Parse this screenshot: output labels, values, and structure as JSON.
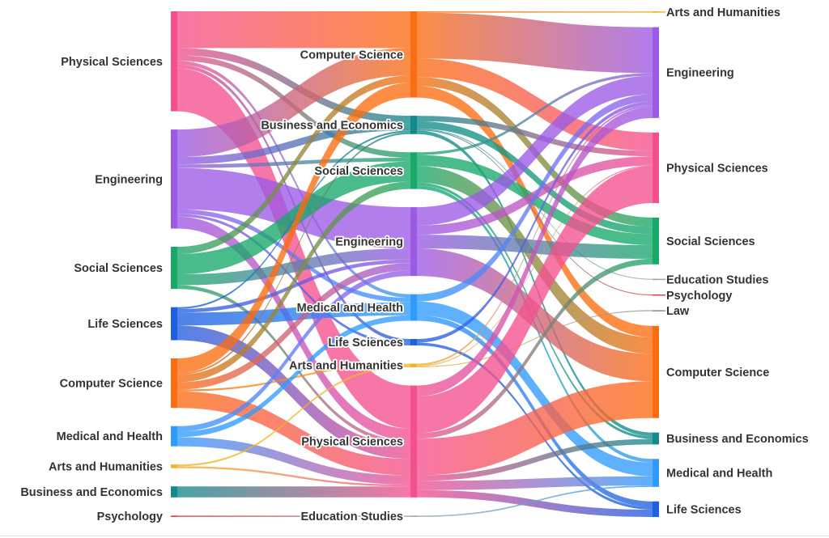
{
  "chart_data": {
    "type": "sankey",
    "title": "",
    "columns": [
      {
        "nodes": [
          {
            "name": "Physical Sciences",
            "color": "#f4508e"
          },
          {
            "name": "Engineering",
            "color": "#9b59e6"
          },
          {
            "name": "Social Sciences",
            "color": "#17a86a"
          },
          {
            "name": "Life Sciences",
            "color": "#1f5fe0"
          },
          {
            "name": "Computer Science",
            "color": "#fb6d10"
          },
          {
            "name": "Medical and Health",
            "color": "#2f9bff"
          },
          {
            "name": "Arts and Humanities",
            "color": "#f0b429"
          },
          {
            "name": "Business and Economics",
            "color": "#138a8a"
          },
          {
            "name": "Psychology",
            "color": "#d9434a"
          }
        ]
      },
      {
        "nodes": [
          {
            "name": "Computer Science",
            "color": "#fb6d10"
          },
          {
            "name": "Business and Economics",
            "color": "#138a8a"
          },
          {
            "name": "Social Sciences",
            "color": "#17a86a"
          },
          {
            "name": "Engineering",
            "color": "#9b59e6"
          },
          {
            "name": "Medical and Health",
            "color": "#2f9bff"
          },
          {
            "name": "Life Sciences",
            "color": "#1f5fe0"
          },
          {
            "name": "Arts and Humanities",
            "color": "#f0b429"
          },
          {
            "name": "Physical Sciences",
            "color": "#f4508e"
          },
          {
            "name": "Education Studies",
            "color": "#9aa8b0"
          }
        ]
      },
      {
        "nodes": [
          {
            "name": "Arts and Humanities",
            "color": "#f0b429"
          },
          {
            "name": "Engineering",
            "color": "#9b59e6"
          },
          {
            "name": "Physical Sciences",
            "color": "#f4508e"
          },
          {
            "name": "Social Sciences",
            "color": "#17a86a"
          },
          {
            "name": "Education Studies",
            "color": "#9aa8b0"
          },
          {
            "name": "Psychology",
            "color": "#d9434a"
          },
          {
            "name": "Law",
            "color": "#8a8f93"
          },
          {
            "name": "Computer Science",
            "color": "#fb6d10"
          },
          {
            "name": "Business and Economics",
            "color": "#138a8a"
          },
          {
            "name": "Medical and Health",
            "color": "#2f9bff"
          },
          {
            "name": "Life Sciences",
            "color": "#1f5fe0"
          }
        ]
      }
    ],
    "flows": [
      [
        {
          "from": "Physical Sciences",
          "to": "Computer Science",
          "value": 40
        },
        {
          "from": "Physical Sciences",
          "to": "Business and Economics",
          "value": 8
        },
        {
          "from": "Physical Sciences",
          "to": "Social Sciences",
          "value": 6
        },
        {
          "from": "Physical Sciences",
          "to": "Medical and Health",
          "value": 4
        },
        {
          "from": "Physical Sciences",
          "to": "Life Sciences",
          "value": 4
        },
        {
          "from": "Physical Sciences",
          "to": "Physical Sciences",
          "value": 47
        },
        {
          "from": "Engineering",
          "to": "Computer Science",
          "value": 30
        },
        {
          "from": "Engineering",
          "to": "Business and Economics",
          "value": 8
        },
        {
          "from": "Engineering",
          "to": "Social Sciences",
          "value": 4
        },
        {
          "from": "Engineering",
          "to": "Engineering",
          "value": 45
        },
        {
          "from": "Engineering",
          "to": "Medical and Health",
          "value": 5
        },
        {
          "from": "Engineering",
          "to": "Life Sciences",
          "value": 3
        },
        {
          "from": "Engineering",
          "to": "Physical Sciences",
          "value": 13
        },
        {
          "from": "Social Sciences",
          "to": "Computer Science",
          "value": 8
        },
        {
          "from": "Social Sciences",
          "to": "Social Sciences",
          "value": 22
        },
        {
          "from": "Social Sciences",
          "to": "Engineering",
          "value": 12
        },
        {
          "from": "Social Sciences",
          "to": "Physical Sciences",
          "value": 4
        },
        {
          "from": "Life Sciences",
          "to": "Business and Economics",
          "value": 2
        },
        {
          "from": "Life Sciences",
          "to": "Engineering",
          "value": 4
        },
        {
          "from": "Life Sciences",
          "to": "Medical and Health",
          "value": 14
        },
        {
          "from": "Life Sciences",
          "to": "Physical Sciences",
          "value": 16
        },
        {
          "from": "Computer Science",
          "to": "Computer Science",
          "value": 16
        },
        {
          "from": "Computer Science",
          "to": "Business and Economics",
          "value": 2
        },
        {
          "from": "Computer Science",
          "to": "Social Sciences",
          "value": 8
        },
        {
          "from": "Computer Science",
          "to": "Engineering",
          "value": 8
        },
        {
          "from": "Computer Science",
          "to": "Arts and Humanities",
          "value": 2
        },
        {
          "from": "Computer Science",
          "to": "Physical Sciences",
          "value": 18
        },
        {
          "from": "Medical and Health",
          "to": "Engineering",
          "value": 6
        },
        {
          "from": "Medical and Health",
          "to": "Medical and Health",
          "value": 6
        },
        {
          "from": "Medical and Health",
          "to": "Physical Sciences",
          "value": 10
        },
        {
          "from": "Arts and Humanities",
          "to": "Arts and Humanities",
          "value": 2
        },
        {
          "from": "Arts and Humanities",
          "to": "Physical Sciences",
          "value": 2
        },
        {
          "from": "Business and Economics",
          "to": "Physical Sciences",
          "value": 12
        },
        {
          "from": "Psychology",
          "to": "Education Studies",
          "value": 1.5
        }
      ],
      [
        {
          "from": "Computer Science",
          "to": "Arts and Humanities",
          "value": 1.5
        },
        {
          "from": "Computer Science",
          "to": "Engineering",
          "value": 50
        },
        {
          "from": "Computer Science",
          "to": "Physical Sciences",
          "value": 20
        },
        {
          "from": "Computer Science",
          "to": "Social Sciences",
          "value": 10
        },
        {
          "from": "Computer Science",
          "to": "Computer Science",
          "value": 12.5
        },
        {
          "from": "Business and Economics",
          "to": "Physical Sciences",
          "value": 6
        },
        {
          "from": "Business and Economics",
          "to": "Social Sciences",
          "value": 8
        },
        {
          "from": "Business and Economics",
          "to": "Education Studies",
          "value": 1
        },
        {
          "from": "Business and Economics",
          "to": "Psychology",
          "value": 1
        },
        {
          "from": "Business and Economics",
          "to": "Business and Economics",
          "value": 4
        },
        {
          "from": "Social Sciences",
          "to": "Engineering",
          "value": 3
        },
        {
          "from": "Social Sciences",
          "to": "Social Sciences",
          "value": 12
        },
        {
          "from": "Social Sciences",
          "to": "Computer Science",
          "value": 18
        },
        {
          "from": "Social Sciences",
          "to": "Business and Economics",
          "value": 3
        },
        {
          "from": "Social Sciences",
          "to": "Medical and Health",
          "value": 4
        },
        {
          "from": "Engineering",
          "to": "Engineering",
          "value": 20
        },
        {
          "from": "Engineering",
          "to": "Physical Sciences",
          "value": 10
        },
        {
          "from": "Engineering",
          "to": "Social Sciences",
          "value": 15
        },
        {
          "from": "Engineering",
          "to": "Computer Science",
          "value": 30
        },
        {
          "from": "Medical and Health",
          "to": "Engineering",
          "value": 8
        },
        {
          "from": "Medical and Health",
          "to": "Medical and Health",
          "value": 15
        },
        {
          "from": "Medical and Health",
          "to": "Life Sciences",
          "value": 6
        },
        {
          "from": "Life Sciences",
          "to": "Engineering",
          "value": 4
        },
        {
          "from": "Life Sciences",
          "to": "Life Sciences",
          "value": 3
        },
        {
          "from": "Arts and Humanities",
          "to": "Engineering",
          "value": 2
        },
        {
          "from": "Arts and Humanities",
          "to": "Physical Sciences",
          "value": 1
        },
        {
          "from": "Arts and Humanities",
          "to": "Law",
          "value": 1
        },
        {
          "from": "Physical Sciences",
          "to": "Engineering",
          "value": 12
        },
        {
          "from": "Physical Sciences",
          "to": "Physical Sciences",
          "value": 40
        },
        {
          "from": "Physical Sciences",
          "to": "Social Sciences",
          "value": 6
        },
        {
          "from": "Physical Sciences",
          "to": "Computer Science",
          "value": 40
        },
        {
          "from": "Physical Sciences",
          "to": "Business and Economics",
          "value": 6
        },
        {
          "from": "Physical Sciences",
          "to": "Medical and Health",
          "value": 10
        },
        {
          "from": "Physical Sciences",
          "to": "Life Sciences",
          "value": 8
        },
        {
          "from": "Education Studies",
          "to": "Medical and Health",
          "value": 1.5
        }
      ]
    ]
  }
}
